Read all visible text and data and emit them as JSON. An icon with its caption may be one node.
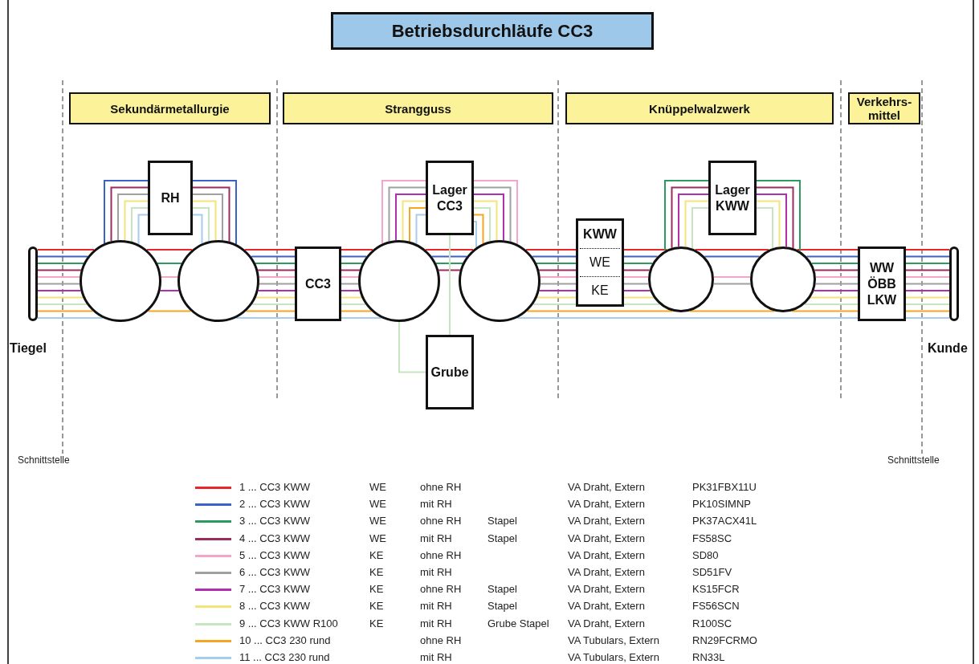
{
  "diagram": {
    "title": "Betriebsdurchläufe CC3",
    "nodes": [
      {
        "text": [
          "Sekundärmetallurgie"
        ]
      },
      {
        "text": [
          "Strangguss"
        ]
      },
      {
        "text": [
          "Knüppelwalzwerk"
        ]
      },
      {
        "text": [
          "Verkehrs-mittel"
        ]
      },
      {
        "text": [],
        "shape": "bar",
        "beside": [
          "Tiegel"
        ]
      },
      {
        "text": [],
        "shape": "circle"
      },
      {
        "text": [],
        "shape": "circle"
      },
      {
        "text": [
          "RH"
        ]
      },
      {
        "text": [
          "CC3"
        ]
      },
      {
        "text": [],
        "shape": "circle"
      },
      {
        "text": [
          "Lager CC3"
        ]
      },
      {
        "text": [],
        "shape": "circle"
      },
      {
        "text": [
          "Grube"
        ]
      },
      {
        "text": [
          "KWW",
          "WE",
          "KE"
        ]
      },
      {
        "text": [],
        "shape": "circle"
      },
      {
        "text": [
          "Lager KWW"
        ]
      },
      {
        "text": [],
        "shape": "circle"
      },
      {
        "text": [
          "WW ÖBB LKW"
        ]
      },
      {
        "text": [],
        "shape": "bar",
        "beside": [
          "Kunde"
        ]
      }
    ],
    "edges": [
      {
        "from": 4,
        "to": 5,
        "arrow": "none",
        "color": "#e8262b"
      },
      {
        "from": 5,
        "to": 6,
        "arrow": "none",
        "color": "#e8262b"
      },
      {
        "from": 6,
        "to": 8,
        "arrow": "none",
        "color": "#e8262b"
      },
      {
        "from": 8,
        "to": 9,
        "arrow": "none",
        "color": "#e8262b"
      },
      {
        "from": 9,
        "to": 11,
        "arrow": "none",
        "color": "#e8262b"
      },
      {
        "from": 11,
        "to": 13,
        "arrow": "none",
        "color": "#e8262b"
      },
      {
        "from": 13,
        "to": 14,
        "arrow": "none",
        "color": "#e8262b"
      },
      {
        "from": 14,
        "to": 16,
        "arrow": "none",
        "color": "#e8262b"
      },
      {
        "from": 16,
        "to": 17,
        "arrow": "none",
        "color": "#e8262b"
      },
      {
        "from": 17,
        "to": 18,
        "arrow": "none",
        "color": "#e8262b"
      },
      {
        "from": 4,
        "to": 5,
        "arrow": "none",
        "color": "#3a62c8"
      },
      {
        "from": 5,
        "to": 7,
        "arrow": "none",
        "color": "#3a62c8"
      },
      {
        "from": 7,
        "to": 6,
        "arrow": "none",
        "color": "#3a62c8"
      },
      {
        "from": 6,
        "to": 8,
        "arrow": "none",
        "color": "#3a62c8"
      },
      {
        "from": 8,
        "to": 9,
        "arrow": "none",
        "color": "#3a62c8"
      },
      {
        "from": 9,
        "to": 11,
        "arrow": "none",
        "color": "#3a62c8"
      },
      {
        "from": 11,
        "to": 13,
        "arrow": "none",
        "color": "#3a62c8"
      },
      {
        "from": 13,
        "to": 14,
        "arrow": "none",
        "color": "#3a62c8"
      },
      {
        "from": 14,
        "to": 16,
        "arrow": "none",
        "color": "#3a62c8"
      },
      {
        "from": 16,
        "to": 17,
        "arrow": "none",
        "color": "#3a62c8"
      },
      {
        "from": 17,
        "to": 18,
        "arrow": "none",
        "color": "#3a62c8"
      },
      {
        "from": 4,
        "to": 5,
        "arrow": "none",
        "color": "#2e9a60"
      },
      {
        "from": 5,
        "to": 6,
        "arrow": "none",
        "color": "#2e9a60"
      },
      {
        "from": 6,
        "to": 8,
        "arrow": "none",
        "color": "#2e9a60"
      },
      {
        "from": 8,
        "to": 9,
        "arrow": "none",
        "color": "#2e9a60"
      },
      {
        "from": 9,
        "to": 11,
        "arrow": "none",
        "color": "#2e9a60"
      },
      {
        "from": 11,
        "to": 13,
        "arrow": "none",
        "color": "#2e9a60"
      },
      {
        "from": 13,
        "to": 14,
        "arrow": "none",
        "color": "#2e9a60"
      },
      {
        "from": 14,
        "to": 15,
        "arrow": "none",
        "color": "#2e9a60"
      },
      {
        "from": 15,
        "to": 16,
        "arrow": "none",
        "color": "#2e9a60"
      },
      {
        "from": 16,
        "to": 17,
        "arrow": "none",
        "color": "#2e9a60"
      },
      {
        "from": 17,
        "to": 18,
        "arrow": "none",
        "color": "#2e9a60"
      },
      {
        "from": 4,
        "to": 5,
        "arrow": "none",
        "color": "#9b2c5c"
      },
      {
        "from": 5,
        "to": 7,
        "arrow": "none",
        "color": "#9b2c5c"
      },
      {
        "from": 7,
        "to": 6,
        "arrow": "none",
        "color": "#9b2c5c"
      },
      {
        "from": 6,
        "to": 8,
        "arrow": "none",
        "color": "#9b2c5c"
      },
      {
        "from": 8,
        "to": 9,
        "arrow": "none",
        "color": "#9b2c5c"
      },
      {
        "from": 9,
        "to": 11,
        "arrow": "none",
        "color": "#9b2c5c"
      },
      {
        "from": 11,
        "to": 13,
        "arrow": "none",
        "color": "#9b2c5c"
      },
      {
        "from": 13,
        "to": 14,
        "arrow": "none",
        "color": "#9b2c5c"
      },
      {
        "from": 14,
        "to": 15,
        "arrow": "none",
        "color": "#9b2c5c"
      },
      {
        "from": 15,
        "to": 16,
        "arrow": "none",
        "color": "#9b2c5c"
      },
      {
        "from": 16,
        "to": 17,
        "arrow": "none",
        "color": "#9b2c5c"
      },
      {
        "from": 17,
        "to": 18,
        "arrow": "none",
        "color": "#9b2c5c"
      },
      {
        "from": 4,
        "to": 5,
        "arrow": "none",
        "color": "#f4a6c8"
      },
      {
        "from": 5,
        "to": 6,
        "arrow": "none",
        "color": "#f4a6c8"
      },
      {
        "from": 6,
        "to": 8,
        "arrow": "none",
        "color": "#f4a6c8"
      },
      {
        "from": 8,
        "to": 9,
        "arrow": "none",
        "color": "#f4a6c8"
      },
      {
        "from": 9,
        "to": 10,
        "arrow": "none",
        "color": "#f4a6c8"
      },
      {
        "from": 10,
        "to": 11,
        "arrow": "none",
        "color": "#f4a6c8"
      },
      {
        "from": 11,
        "to": 13,
        "arrow": "none",
        "color": "#f4a6c8"
      },
      {
        "from": 13,
        "to": 14,
        "arrow": "none",
        "color": "#f4a6c8"
      },
      {
        "from": 14,
        "to": 16,
        "arrow": "none",
        "color": "#f4a6c8"
      },
      {
        "from": 16,
        "to": 17,
        "arrow": "none",
        "color": "#f4a6c8"
      },
      {
        "from": 17,
        "to": 18,
        "arrow": "none",
        "color": "#f4a6c8"
      },
      {
        "from": 4,
        "to": 5,
        "arrow": "none",
        "color": "#a0a0a0"
      },
      {
        "from": 5,
        "to": 7,
        "arrow": "none",
        "color": "#a0a0a0"
      },
      {
        "from": 7,
        "to": 6,
        "arrow": "none",
        "color": "#a0a0a0"
      },
      {
        "from": 6,
        "to": 8,
        "arrow": "none",
        "color": "#a0a0a0"
      },
      {
        "from": 8,
        "to": 9,
        "arrow": "none",
        "color": "#a0a0a0"
      },
      {
        "from": 9,
        "to": 10,
        "arrow": "none",
        "color": "#a0a0a0"
      },
      {
        "from": 10,
        "to": 11,
        "arrow": "none",
        "color": "#a0a0a0"
      },
      {
        "from": 11,
        "to": 13,
        "arrow": "none",
        "color": "#a0a0a0"
      },
      {
        "from": 13,
        "to": 14,
        "arrow": "none",
        "color": "#a0a0a0"
      },
      {
        "from": 14,
        "to": 16,
        "arrow": "none",
        "color": "#a0a0a0"
      },
      {
        "from": 16,
        "to": 17,
        "arrow": "none",
        "color": "#a0a0a0"
      },
      {
        "from": 17,
        "to": 18,
        "arrow": "none",
        "color": "#a0a0a0"
      },
      {
        "from": 4,
        "to": 5,
        "arrow": "none",
        "color": "#b02fb0"
      },
      {
        "from": 5,
        "to": 6,
        "arrow": "none",
        "color": "#b02fb0"
      },
      {
        "from": 6,
        "to": 8,
        "arrow": "none",
        "color": "#b02fb0"
      },
      {
        "from": 8,
        "to": 9,
        "arrow": "none",
        "color": "#b02fb0"
      },
      {
        "from": 9,
        "to": 10,
        "arrow": "none",
        "color": "#b02fb0"
      },
      {
        "from": 10,
        "to": 11,
        "arrow": "none",
        "color": "#b02fb0"
      },
      {
        "from": 11,
        "to": 13,
        "arrow": "none",
        "color": "#b02fb0"
      },
      {
        "from": 13,
        "to": 14,
        "arrow": "none",
        "color": "#b02fb0"
      },
      {
        "from": 14,
        "to": 15,
        "arrow": "none",
        "color": "#b02fb0"
      },
      {
        "from": 15,
        "to": 16,
        "arrow": "none",
        "color": "#b02fb0"
      },
      {
        "from": 16,
        "to": 17,
        "arrow": "none",
        "color": "#b02fb0"
      },
      {
        "from": 17,
        "to": 18,
        "arrow": "none",
        "color": "#b02fb0"
      },
      {
        "from": 4,
        "to": 5,
        "arrow": "none",
        "color": "#f2e47a"
      },
      {
        "from": 5,
        "to": 7,
        "arrow": "none",
        "color": "#f2e47a"
      },
      {
        "from": 7,
        "to": 6,
        "arrow": "none",
        "color": "#f2e47a"
      },
      {
        "from": 6,
        "to": 8,
        "arrow": "none",
        "color": "#f2e47a"
      },
      {
        "from": 8,
        "to": 9,
        "arrow": "none",
        "color": "#f2e47a"
      },
      {
        "from": 9,
        "to": 10,
        "arrow": "none",
        "color": "#f2e47a"
      },
      {
        "from": 10,
        "to": 11,
        "arrow": "none",
        "color": "#f2e47a"
      },
      {
        "from": 11,
        "to": 13,
        "arrow": "none",
        "color": "#f2e47a"
      },
      {
        "from": 13,
        "to": 14,
        "arrow": "none",
        "color": "#f2e47a"
      },
      {
        "from": 14,
        "to": 15,
        "arrow": "none",
        "color": "#f2e47a"
      },
      {
        "from": 15,
        "to": 16,
        "arrow": "none",
        "color": "#f2e47a"
      },
      {
        "from": 16,
        "to": 17,
        "arrow": "none",
        "color": "#f2e47a"
      },
      {
        "from": 17,
        "to": 18,
        "arrow": "none",
        "color": "#f2e47a"
      },
      {
        "from": 4,
        "to": 5,
        "arrow": "none",
        "color": "#c6e5c0"
      },
      {
        "from": 5,
        "to": 7,
        "arrow": "none",
        "color": "#c6e5c0"
      },
      {
        "from": 7,
        "to": 6,
        "arrow": "none",
        "color": "#c6e5c0"
      },
      {
        "from": 6,
        "to": 8,
        "arrow": "none",
        "color": "#c6e5c0"
      },
      {
        "from": 8,
        "to": 9,
        "arrow": "none",
        "color": "#c6e5c0"
      },
      {
        "from": 9,
        "to": 12,
        "arrow": "none",
        "color": "#c6e5c0"
      },
      {
        "from": 12,
        "to": 10,
        "arrow": "none",
        "color": "#c6e5c0"
      },
      {
        "from": 10,
        "to": 11,
        "arrow": "none",
        "color": "#c6e5c0"
      },
      {
        "from": 11,
        "to": 13,
        "arrow": "none",
        "color": "#c6e5c0"
      },
      {
        "from": 13,
        "to": 14,
        "arrow": "none",
        "color": "#c6e5c0"
      },
      {
        "from": 14,
        "to": 15,
        "arrow": "none",
        "color": "#c6e5c0"
      },
      {
        "from": 15,
        "to": 16,
        "arrow": "none",
        "color": "#c6e5c0"
      },
      {
        "from": 16,
        "to": 17,
        "arrow": "none",
        "color": "#c6e5c0"
      },
      {
        "from": 17,
        "to": 18,
        "arrow": "none",
        "color": "#c6e5c0"
      },
      {
        "from": 4,
        "to": 5,
        "arrow": "none",
        "color": "#f5a623"
      },
      {
        "from": 5,
        "to": 6,
        "arrow": "none",
        "color": "#f5a623"
      },
      {
        "from": 6,
        "to": 8,
        "arrow": "none",
        "color": "#f5a623"
      },
      {
        "from": 8,
        "to": 9,
        "arrow": "none",
        "color": "#f5a623"
      },
      {
        "from": 9,
        "to": 10,
        "arrow": "none",
        "color": "#f5a623"
      },
      {
        "from": 10,
        "to": 11,
        "arrow": "none",
        "color": "#f5a623"
      },
      {
        "from": 11,
        "to": 13,
        "arrow": "none",
        "color": "#f5a623"
      },
      {
        "from": 13,
        "to": 14,
        "arrow": "none",
        "color": "#f5a623"
      },
      {
        "from": 14,
        "to": 16,
        "arrow": "none",
        "color": "#f5a623"
      },
      {
        "from": 16,
        "to": 17,
        "arrow": "none",
        "color": "#f5a623"
      },
      {
        "from": 17,
        "to": 18,
        "arrow": "none",
        "color": "#f5a623"
      },
      {
        "from": 4,
        "to": 5,
        "arrow": "none",
        "color": "#a8ccec"
      },
      {
        "from": 5,
        "to": 7,
        "arrow": "none",
        "color": "#a8ccec"
      },
      {
        "from": 7,
        "to": 6,
        "arrow": "none",
        "color": "#a8ccec"
      },
      {
        "from": 6,
        "to": 8,
        "arrow": "none",
        "color": "#a8ccec"
      },
      {
        "from": 8,
        "to": 9,
        "arrow": "none",
        "color": "#a8ccec"
      },
      {
        "from": 9,
        "to": 10,
        "arrow": "none",
        "color": "#a8ccec"
      },
      {
        "from": 10,
        "to": 11,
        "arrow": "none",
        "color": "#a8ccec"
      },
      {
        "from": 11,
        "to": 13,
        "arrow": "none",
        "color": "#a8ccec"
      },
      {
        "from": 13,
        "to": 14,
        "arrow": "none",
        "color": "#a8ccec"
      },
      {
        "from": 14,
        "to": 16,
        "arrow": "none",
        "color": "#a8ccec"
      },
      {
        "from": 16,
        "to": 17,
        "arrow": "none",
        "color": "#a8ccec"
      },
      {
        "from": 17,
        "to": 18,
        "arrow": "none",
        "color": "#a8ccec"
      }
    ],
    "labels": [
      "Schnittstelle",
      "Schnittstelle",
      "WE",
      "ohne RH",
      "VA Draht, Extern",
      "PK31FBX11U",
      "WE",
      "mit RH",
      "VA Draht, Extern",
      "PK10SIMNP",
      "WE",
      "ohne RH",
      "Stapel",
      "VA Draht, Extern",
      "PK37ACX41L",
      "WE",
      "mit RH",
      "Stapel",
      "VA Draht, Extern",
      "FS58SC",
      "KE",
      "ohne RH",
      "VA Draht, Extern",
      "SD80",
      "KE",
      "mit RH",
      "VA Draht, Extern",
      "SD51FV",
      "KE",
      "ohne RH",
      "Stapel",
      "VA Draht, Extern",
      "KS15FCR",
      "KE",
      "mit RH",
      "Stapel",
      "VA Draht, Extern",
      "FS56SCN",
      "KE",
      "mit RH",
      "Grube Stapel",
      "VA Draht, Extern",
      "R100SC",
      "ohne RH",
      "VA Tubulars, Extern",
      "RN29FCRMO",
      "mit RH",
      "VA Tubulars, Extern",
      "RN33L"
    ],
    "legend": [
      {
        "text": "1 ... CC3 KWW",
        "color": "#e8262b"
      },
      {
        "text": "2 ... CC3 KWW",
        "color": "#3a62c8"
      },
      {
        "text": "3 ... CC3 KWW",
        "color": "#2e9a60"
      },
      {
        "text": "4 ... CC3 KWW",
        "color": "#9b2c5c"
      },
      {
        "text": "5 ... CC3 KWW",
        "color": "#f4a6c8"
      },
      {
        "text": "6 ... CC3 KWW",
        "color": "#a0a0a0"
      },
      {
        "text": "7 ... CC3 KWW",
        "color": "#b02fb0"
      },
      {
        "text": "8 ... CC3 KWW",
        "color": "#f2e47a"
      },
      {
        "text": "9 ... CC3 KWW R100",
        "color": "#c6e5c0"
      },
      {
        "text": "10 ... CC3 230 rund",
        "color": "#f5a623"
      },
      {
        "text": "11 ... CC3 230 rund",
        "color": "#a8ccec"
      }
    ]
  }
}
